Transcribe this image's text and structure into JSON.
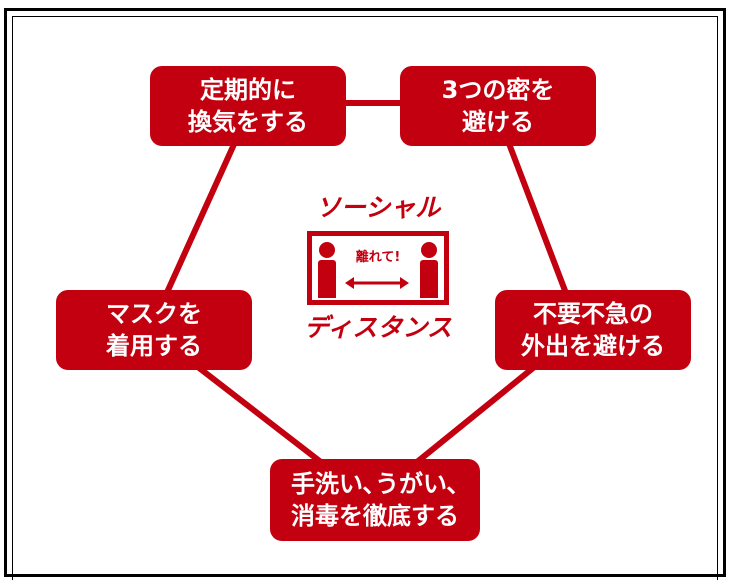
{
  "colors": {
    "accent": "#c3000f",
    "line": "#c3000f",
    "frame": "#000000"
  },
  "nodes": {
    "ventilate": [
      "定期的に",
      "換気をする"
    ],
    "three_c": [
      "3つの密を",
      "避ける"
    ],
    "mask": [
      "マスクを",
      "着用する"
    ],
    "outing": [
      "不要不急の",
      "外出を避ける"
    ],
    "wash": [
      "手洗い､うがい､",
      "消毒を徹底する"
    ]
  },
  "center": {
    "title_top": "ソーシャル",
    "sign_label": "離れて!",
    "title_bottom": "ディスタンス"
  }
}
